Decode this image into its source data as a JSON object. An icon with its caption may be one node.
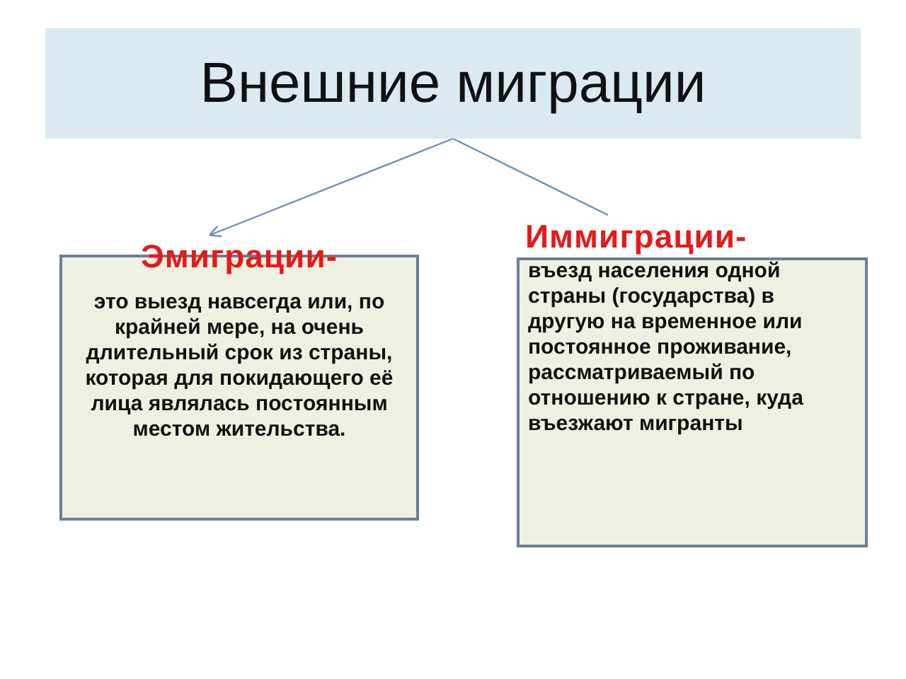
{
  "diagram": {
    "nodes": [
      {
        "text": [
          "Внешние миграции"
        ]
      },
      {
        "text": [
          "Эмиграции-",
          "это выезд навсегда или, по крайней мере, на очень длительный срок из страны, которая для покидающего её лица являлась постоянным местом жительства."
        ]
      },
      {
        "text": [
          "Иммиграции-",
          "въезд населения одной страны (государства) в другую на временное или постоянное проживание, рассматриваемый по отношению к стране, куда въезжают мигранты"
        ]
      }
    ],
    "edges": [
      {
        "from": 0,
        "to": 1,
        "arrow": "to"
      },
      {
        "from": 0,
        "to": 2,
        "arrow": "none"
      }
    ]
  }
}
